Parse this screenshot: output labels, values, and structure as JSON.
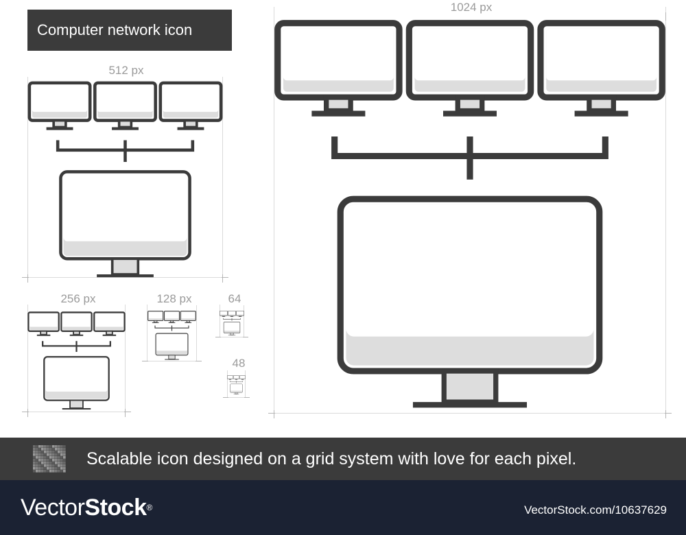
{
  "title": "Computer network icon",
  "sizes": {
    "s1024": "1024 px",
    "s512": "512 px",
    "s256": "256 px",
    "s128": "128 px",
    "s64": "64",
    "s48": "48"
  },
  "icon_name": "computer-network-icon",
  "colors": {
    "stroke": "#3b3b3b",
    "screen_fill": "#dddddd",
    "footer_bar": "#3b3b3b",
    "brand_bar": "#1b2233",
    "label": "#9a9a9a"
  },
  "footer": {
    "tagline": "Scalable icon designed on a grid system with love for each pixel."
  },
  "brand": {
    "name_light": "Vector",
    "name_bold": "Stock",
    "registered": "®",
    "image_id": "VectorStock.com/10637629"
  }
}
